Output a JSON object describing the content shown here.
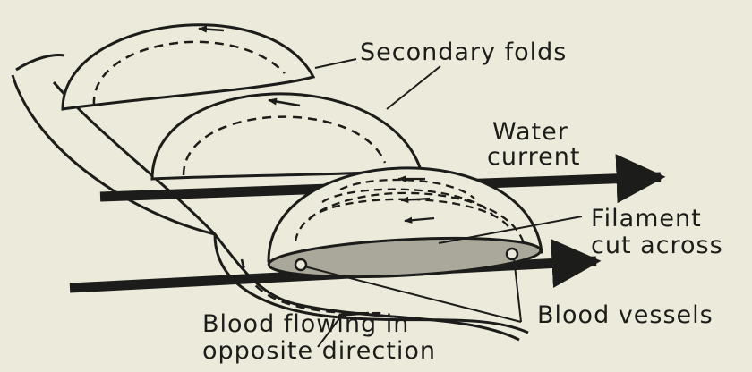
{
  "labels": {
    "secondary_folds": "Secondary folds",
    "water_current_line1": "Water",
    "water_current_line2": "current",
    "filament_line1": "Filament",
    "filament_line2": "cut across",
    "blood_vessels": "Blood vessels",
    "blood_flow_line1": "Blood flowing in",
    "blood_flow_line2": "opposite direction"
  },
  "colors": {
    "background": "#ecebdb",
    "ink": "#1c1c1a",
    "filament_fill": "#a9a89b"
  }
}
